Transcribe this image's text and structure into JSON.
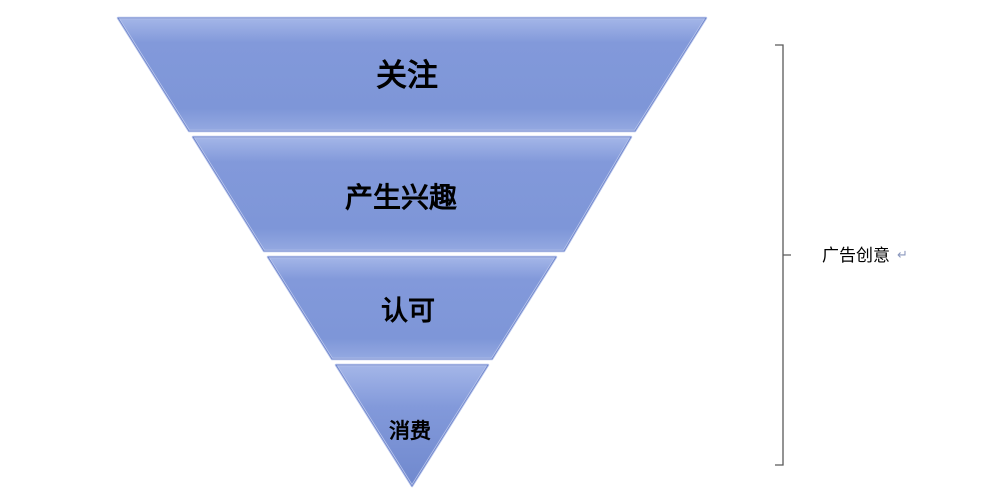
{
  "diagram": {
    "type": "inverted-pyramid-funnel",
    "levels": [
      {
        "label": "关注"
      },
      {
        "label": "产生兴趣"
      },
      {
        "label": "认可"
      },
      {
        "label": "消费"
      }
    ],
    "annotation": {
      "label": "广告创意",
      "mark": "↵"
    },
    "colors": {
      "shape_fill": "#7E96D8",
      "shape_highlight": "#B7C4EC",
      "shape_shadow": "#6D84C9",
      "bracket": "#595959",
      "text": "#000000"
    }
  }
}
